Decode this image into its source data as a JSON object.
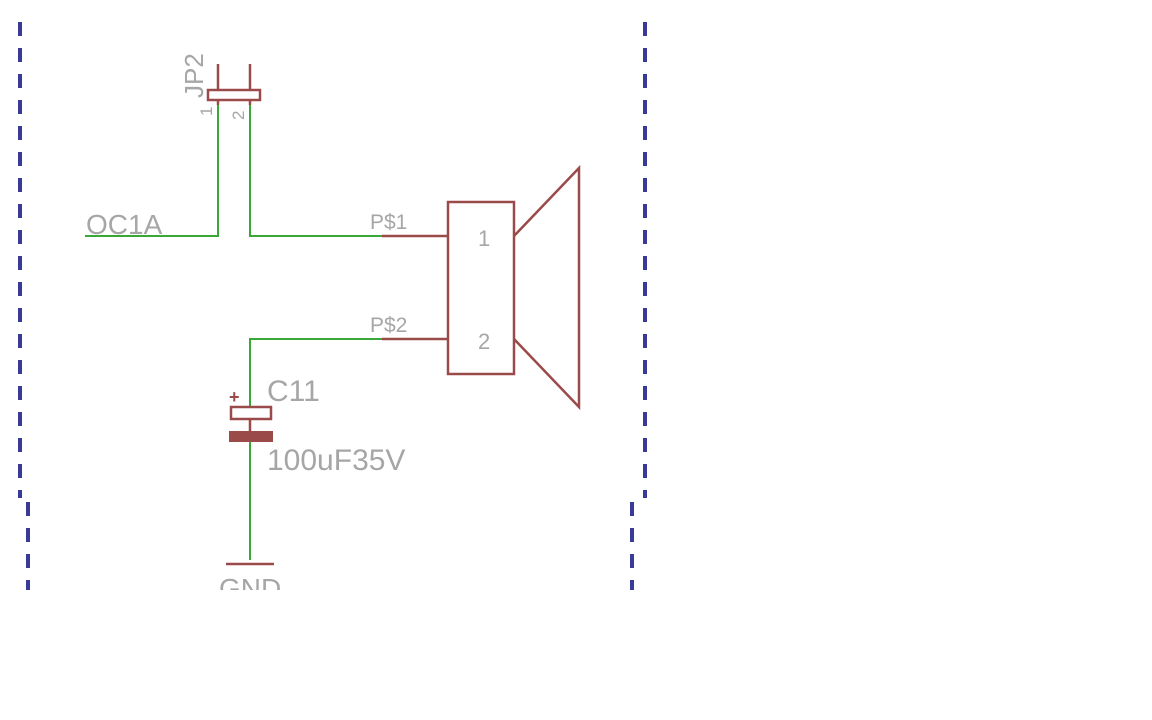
{
  "nets": {
    "oc1a": "OC1A",
    "gnd": "GND"
  },
  "jumper": {
    "name": "JP2",
    "pin1": "1",
    "pin2": "2"
  },
  "speaker": {
    "pad1": "P$1",
    "pad2": "P$2",
    "pin1": "1",
    "pin2": "2"
  },
  "capacitor": {
    "name": "C11",
    "value": "100uF35V",
    "polarity": "+"
  },
  "colors": {
    "wire": "#3aa838",
    "part": "#9b4a4a",
    "frame": "#3a3a9a",
    "label": "#a6a6a6"
  }
}
